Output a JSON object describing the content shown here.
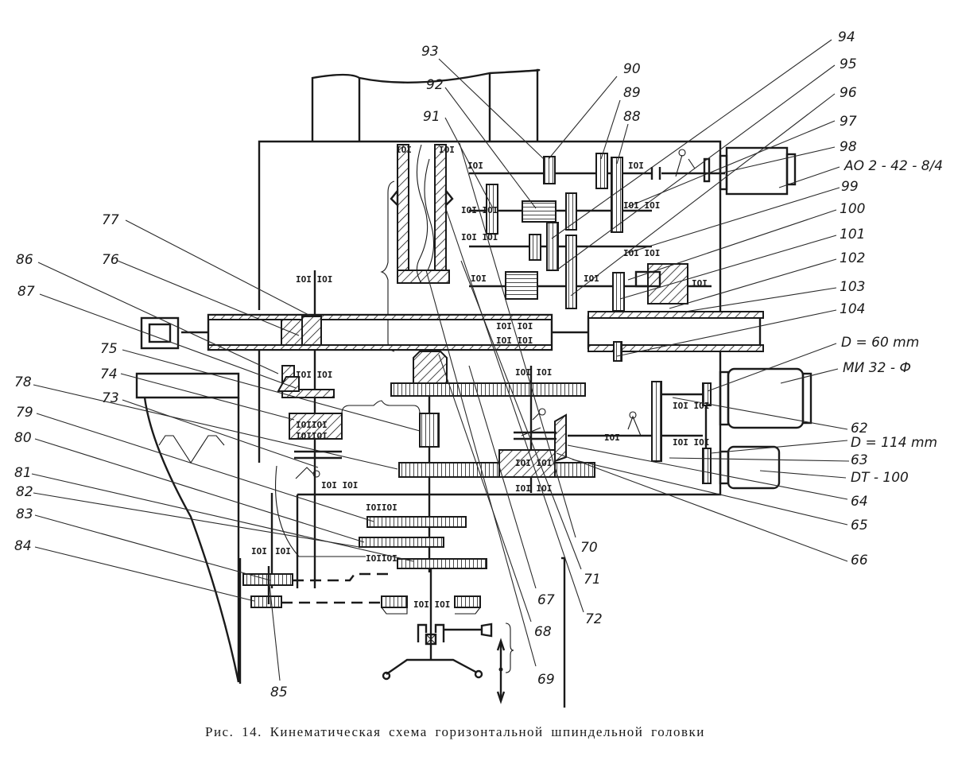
{
  "figure": {
    "caption": "Рис. 14. Кинематическая схема горизонтальной шпиндельной головки",
    "subject": "Kinematic scheme of horizontal spindle head",
    "bearing_symbol": "IOI",
    "colors": {
      "ink": "#1a1a1a",
      "paper": "#ffffff"
    }
  },
  "labels": {
    "top": [
      {
        "id": "93",
        "text": "93"
      },
      {
        "id": "92",
        "text": "92"
      },
      {
        "id": "91",
        "text": "91"
      },
      {
        "id": "90",
        "text": "90"
      },
      {
        "id": "89",
        "text": "89"
      },
      {
        "id": "88",
        "text": "88"
      }
    ],
    "right_upper": [
      {
        "id": "94",
        "text": "94"
      },
      {
        "id": "95",
        "text": "95"
      },
      {
        "id": "96",
        "text": "96"
      },
      {
        "id": "97",
        "text": "97"
      },
      {
        "id": "98",
        "text": "98"
      },
      {
        "id": "motor1",
        "text": "АО 2 - 42 - 8/4"
      },
      {
        "id": "99",
        "text": "99"
      },
      {
        "id": "100",
        "text": "100"
      },
      {
        "id": "101",
        "text": "101"
      },
      {
        "id": "102",
        "text": "102"
      },
      {
        "id": "103",
        "text": "103"
      },
      {
        "id": "104",
        "text": "104"
      }
    ],
    "right_lower": [
      {
        "id": "d60",
        "text": "D = 60 mm"
      },
      {
        "id": "motor2",
        "text": "МИ 32 - Ф"
      },
      {
        "id": "62",
        "text": "62"
      },
      {
        "id": "d114",
        "text": "D = 114 mm"
      },
      {
        "id": "63",
        "text": "63"
      },
      {
        "id": "motor3",
        "text": "DT - 100"
      },
      {
        "id": "64",
        "text": "64"
      },
      {
        "id": "65",
        "text": "65"
      },
      {
        "id": "66",
        "text": "66"
      }
    ],
    "bottom": [
      {
        "id": "70",
        "text": "70"
      },
      {
        "id": "71",
        "text": "71"
      },
      {
        "id": "67",
        "text": "67"
      },
      {
        "id": "72",
        "text": "72"
      },
      {
        "id": "68",
        "text": "68"
      },
      {
        "id": "69",
        "text": "69"
      },
      {
        "id": "85",
        "text": "85"
      }
    ],
    "left": [
      {
        "id": "77",
        "text": "77"
      },
      {
        "id": "86",
        "text": "86"
      },
      {
        "id": "76",
        "text": "76"
      },
      {
        "id": "87",
        "text": "87"
      },
      {
        "id": "75",
        "text": "75"
      },
      {
        "id": "74",
        "text": "74"
      },
      {
        "id": "78",
        "text": "78"
      },
      {
        "id": "73",
        "text": "73"
      },
      {
        "id": "79",
        "text": "79"
      },
      {
        "id": "80",
        "text": "80"
      },
      {
        "id": "81",
        "text": "81"
      },
      {
        "id": "82",
        "text": "82"
      },
      {
        "id": "83",
        "text": "83"
      },
      {
        "id": "84",
        "text": "84"
      }
    ]
  }
}
